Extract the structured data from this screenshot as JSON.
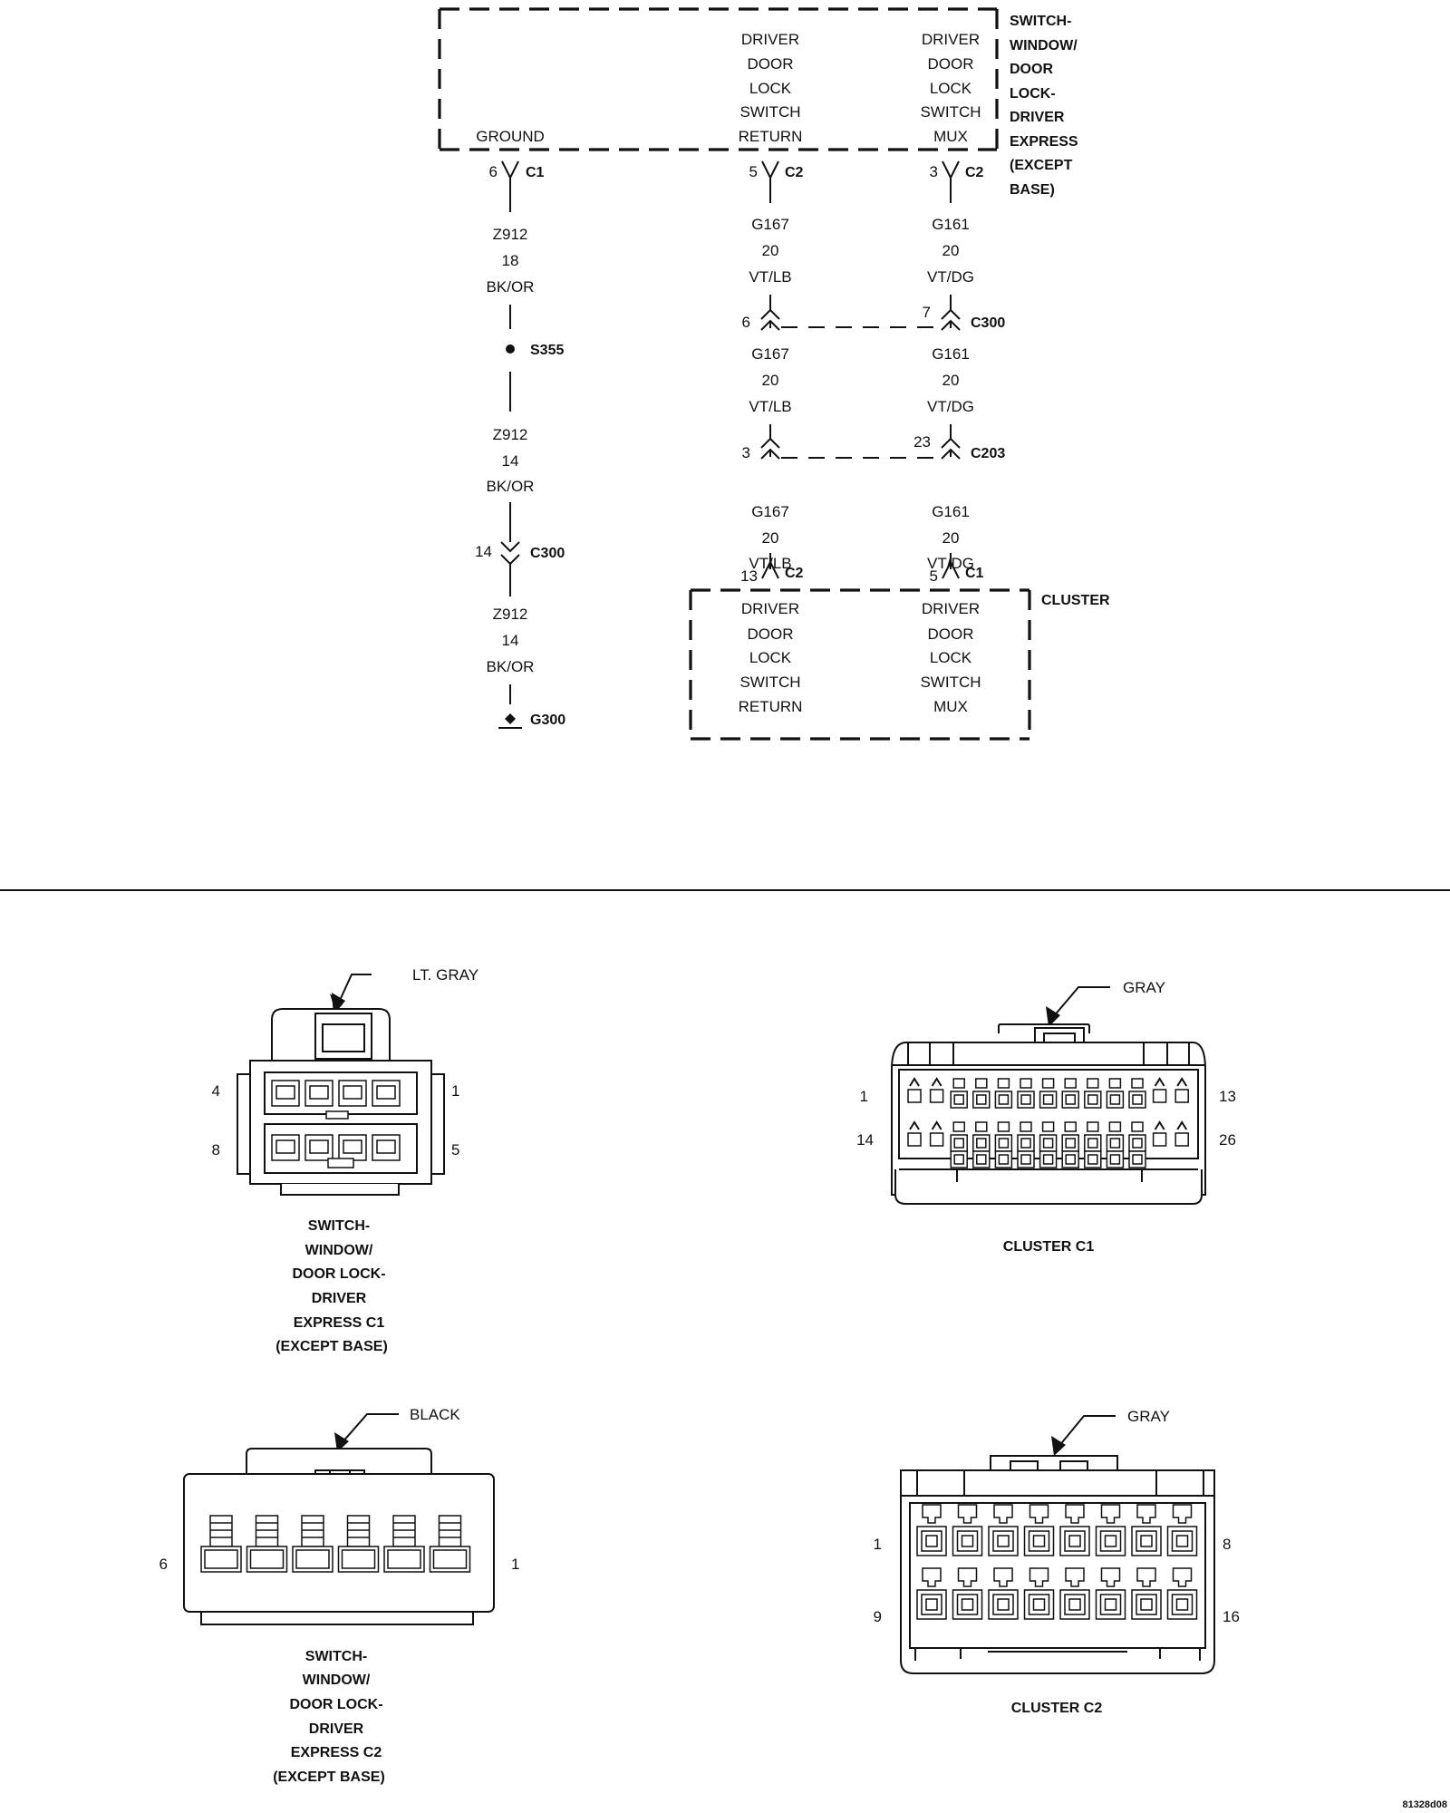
{
  "schematic": {
    "module_top": {
      "name_lines": [
        "SWITCH-",
        "WINDOW/",
        "DOOR",
        "LOCK-",
        "DRIVER",
        "EXPRESS",
        "(EXCEPT",
        "BASE)"
      ],
      "pins": [
        {
          "lines": [
            "GROUND"
          ]
        },
        {
          "lines": [
            "DRIVER",
            "DOOR",
            "LOCK",
            "SWITCH",
            "RETURN"
          ]
        },
        {
          "lines": [
            "DRIVER",
            "DOOR",
            "LOCK",
            "SWITCH",
            "MUX"
          ]
        }
      ]
    },
    "module_bottom": {
      "name": "CLUSTER",
      "pins": [
        {
          "lines": [
            "DRIVER",
            "DOOR",
            "LOCK",
            "SWITCH",
            "RETURN"
          ]
        },
        {
          "lines": [
            "DRIVER",
            "DOOR",
            "LOCK",
            "SWITCH",
            "MUX"
          ]
        }
      ]
    },
    "left_circuit": {
      "top_pin": "6",
      "top_conn": "C1",
      "wire1": [
        "Z912",
        "18",
        "BK/OR"
      ],
      "splice": "S355",
      "wire2": [
        "Z912",
        "14",
        "BK/OR"
      ],
      "inline_pin": "14",
      "inline_conn": "C300",
      "wire3": [
        "Z912",
        "14",
        "BK/OR"
      ],
      "ground": "G300"
    },
    "mid_circuit": {
      "top_pin": "5",
      "top_conn": "C2",
      "wire": [
        "G167",
        "20",
        "VT/LB"
      ],
      "c300_pin": "6",
      "c203_pin": "3",
      "bottom_pin": "13",
      "bottom_conn": "C2"
    },
    "right_circuit": {
      "top_pin": "3",
      "top_conn": "C2",
      "wire": [
        "G161",
        "20",
        "VT/DG"
      ],
      "c300_pin": "7",
      "c300_conn": "C300",
      "c203_pin": "23",
      "c203_conn": "C203",
      "bottom_pin": "5",
      "bottom_conn": "C1"
    }
  },
  "connectors": {
    "sw_c1": {
      "color": "LT. GRAY",
      "pin_tl": "4",
      "pin_tr": "1",
      "pin_bl": "8",
      "pin_br": "5",
      "title_lines": [
        "SWITCH-",
        "WINDOW/",
        "DOOR LOCK-",
        "DRIVER",
        "EXPRESS C1",
        "(EXCEPT BASE)"
      ]
    },
    "cl_c1": {
      "color": "GRAY",
      "pin_tl": "1",
      "pin_tr": "13",
      "pin_bl": "14",
      "pin_br": "26",
      "title": "CLUSTER C1"
    },
    "sw_c2": {
      "color": "BLACK",
      "pin_left": "6",
      "pin_right": "1",
      "title_lines": [
        "SWITCH-",
        "WINDOW/",
        "DOOR LOCK-",
        "DRIVER",
        "EXPRESS C2",
        "(EXCEPT BASE)"
      ]
    },
    "cl_c2": {
      "color": "GRAY",
      "pin_tl": "1",
      "pin_tr": "8",
      "pin_bl": "9",
      "pin_br": "16",
      "title": "CLUSTER C2"
    }
  },
  "figure_id": "81328d08"
}
